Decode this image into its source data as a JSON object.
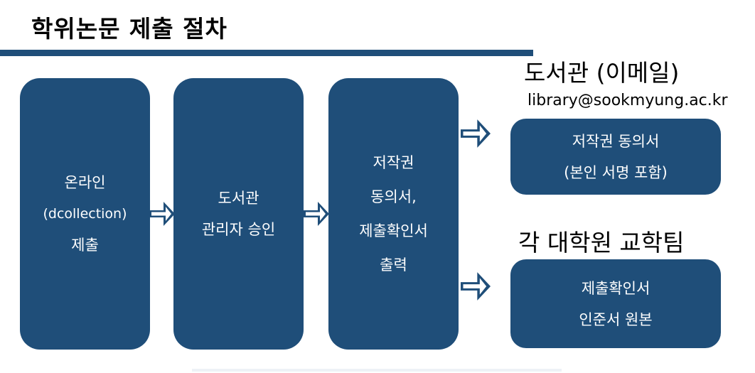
{
  "title": "학위논문 제출 절차",
  "steps": [
    {
      "lines": [
        "온라인",
        "(dcollection)",
        "제출"
      ]
    },
    {
      "lines": [
        "도서관",
        "관리자 승인"
      ]
    },
    {
      "lines": [
        "저작권",
        "동의서,",
        "제출확인서",
        "출력"
      ]
    }
  ],
  "destinations": [
    {
      "heading": "도서관 (이메일)",
      "email": "library@sookmyung.ac.kr",
      "lines": [
        "저작권 동의서",
        "(본인 서명 포함)"
      ]
    },
    {
      "heading": "각 대학원 교학팀",
      "lines": [
        "제출확인서",
        "인준서 원본"
      ]
    }
  ],
  "colors": {
    "box": "#1f4e79",
    "rule": "#1f4e79",
    "box_text": "#ffffff"
  },
  "icons": {
    "arrow": "arrow-right-icon"
  }
}
